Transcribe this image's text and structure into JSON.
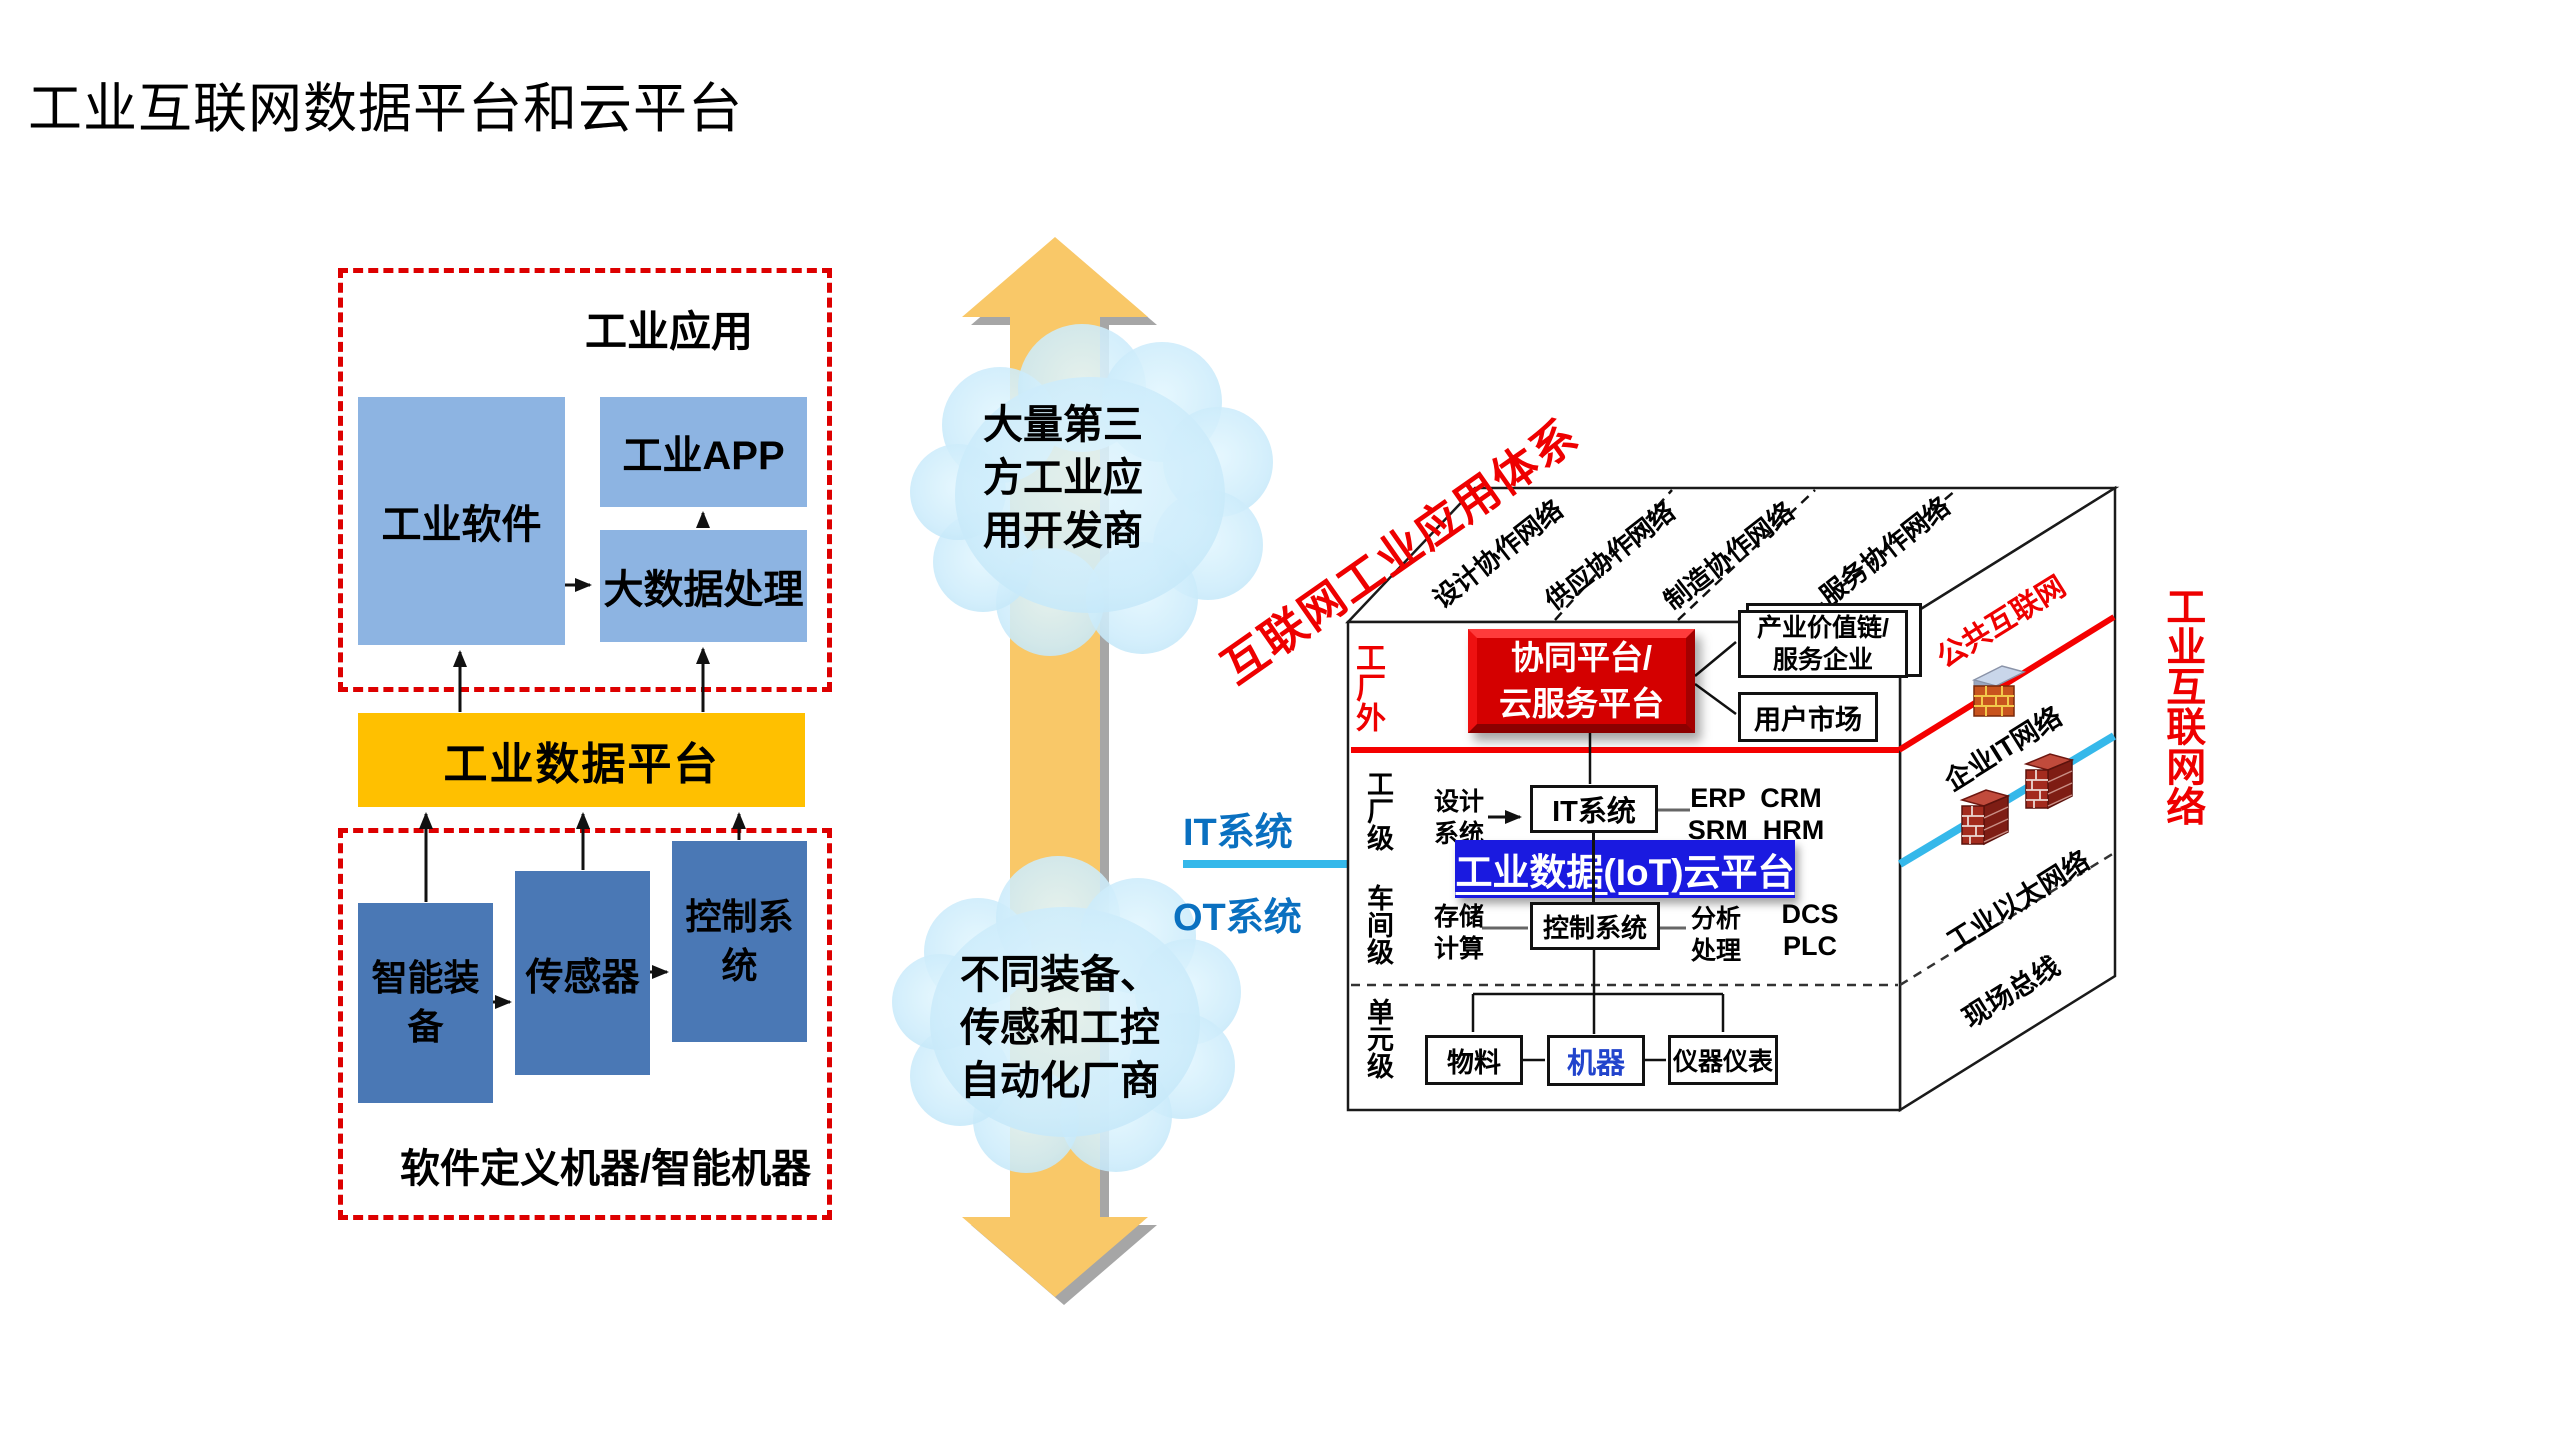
{
  "title": "工业互联网数据平台和云平台",
  "left": {
    "app_section": {
      "label": "工业应用",
      "software": "工业软件",
      "app": "工业APP",
      "bigdata": "大数据处理"
    },
    "platform": "工业数据平台",
    "device_section": {
      "smart": "智能装\n备",
      "sensor": "传感器",
      "control": "控制系\n统",
      "caption": "软件定义机器/智能机器"
    }
  },
  "middle": {
    "top_cloud": "大量第三\n方工业应\n用开发商",
    "bottom_cloud": "不同装备、\n传感和工控\n自动化厂商"
  },
  "system_labels": {
    "it": "IT系统",
    "ot": "OT系统"
  },
  "cube": {
    "diagonal_title": "互联网工业应用体系",
    "top_labels": [
      "设计协作网络",
      "供应协作网络",
      "制造协作网络",
      "服务协作网络"
    ],
    "levels": [
      "工厂外",
      "工厂级",
      "车间级",
      "单元级"
    ],
    "collab": "协同平台/\n云服务平台",
    "value_chain": "产业价值链/\n服务企业",
    "user_market": "用户市场",
    "design": "设计\n系统",
    "it_box": "IT系统",
    "erp_group": "ERP  CRM\nSRM  HRM",
    "iot": "工业数据(IoT)云平台",
    "storage": "存储\n计算",
    "control_box": "控制系统",
    "analysis": "分析\n处理",
    "dcs_group": "DCS\nPLC",
    "material": "物料",
    "machine": "机器",
    "instrument": "仪器仪表",
    "net_labels": {
      "public": "公共互联网",
      "enterprise": "企业IT网络",
      "ethernet": "工业以太网络",
      "fieldbus": "现场总线"
    },
    "side_title": "工业互联网络"
  },
  "icons": {
    "up_down_arrow": "double-headed-vertical-arrow",
    "clouds": "cloud-shape",
    "firewalls": "firewall-brick-icon"
  },
  "colors": {
    "accent_red": "#ee0000",
    "platform_yellow": "#ffc000",
    "box_blue_light": "#8db4e2",
    "box_blue_dark": "#4a78b5",
    "iot_blue": "#1a1ae0",
    "cyan_line": "#35b8ea",
    "cloud_blue": "#c6e9fa",
    "arrow_orange": "#f9c868",
    "it_label_blue": "#0a70c0"
  }
}
